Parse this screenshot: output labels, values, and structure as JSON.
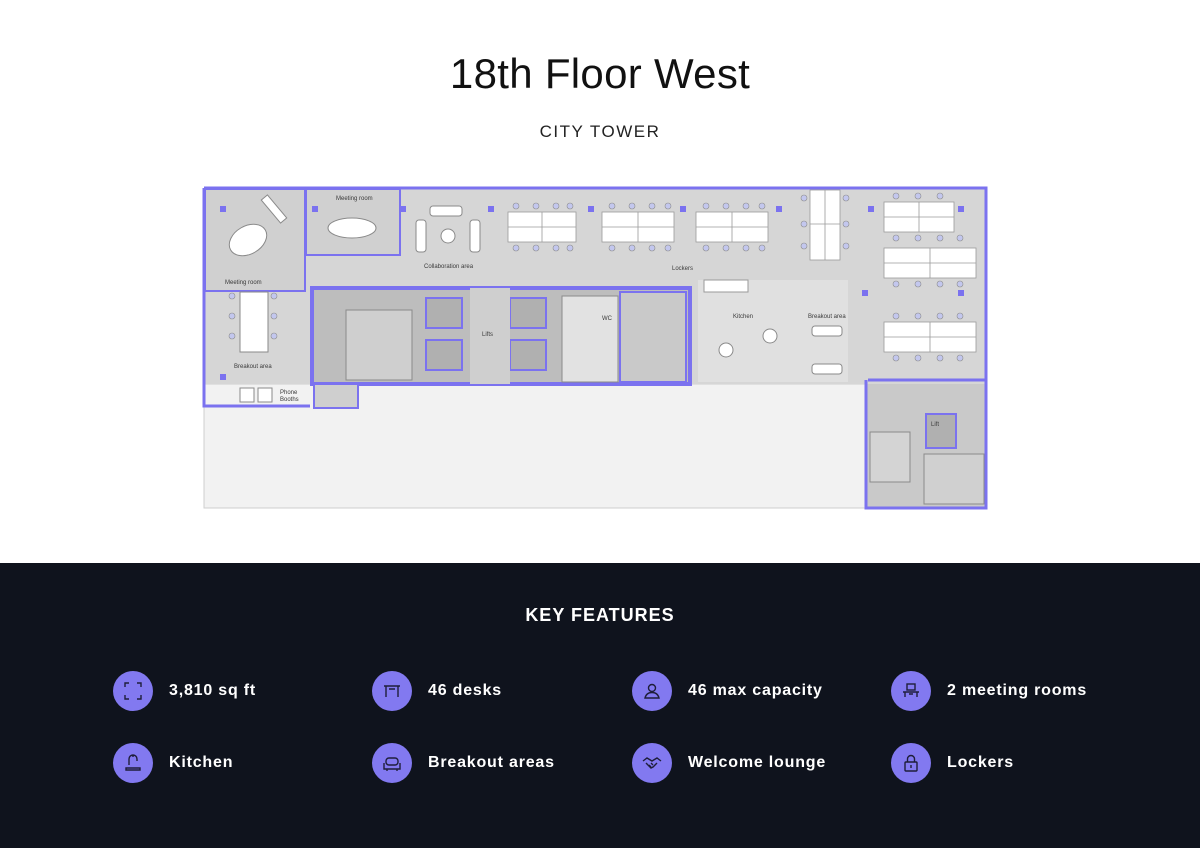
{
  "header": {
    "title": "18th Floor West",
    "subtitle": "CITY TOWER"
  },
  "floorplan": {
    "labels": {
      "meeting_room_1": "Meeting room",
      "meeting_room_2": "Meeting room",
      "collaboration": "Collaboration area",
      "lockers": "Lockers",
      "lifts": "Lifts",
      "wc": "WC",
      "kitchen": "Kitchen",
      "breakout_1": "Breakout area",
      "breakout_2": "Breakout area",
      "phone_booths_1": "Phone",
      "phone_booths_2": "Booths",
      "lift": "Lift"
    },
    "colors": {
      "accent": "#7b72ef",
      "floor": "#d4d4d4",
      "shaft": "#b8b8b8",
      "exterior": "#f2f2f2"
    }
  },
  "features": {
    "heading": "KEY FEATURES",
    "items": [
      {
        "label": "3,810 sq ft",
        "icon": "area-icon"
      },
      {
        "label": "46 desks",
        "icon": "desk-icon"
      },
      {
        "label": "46 max capacity",
        "icon": "person-icon"
      },
      {
        "label": "2 meeting rooms",
        "icon": "meeting-table-icon"
      },
      {
        "label": "Kitchen",
        "icon": "tap-icon"
      },
      {
        "label": "Breakout areas",
        "icon": "sofa-icon"
      },
      {
        "label": "Welcome lounge",
        "icon": "handshake-icon"
      },
      {
        "label": "Lockers",
        "icon": "lock-icon"
      }
    ],
    "icon_bg": "#8279f0"
  }
}
